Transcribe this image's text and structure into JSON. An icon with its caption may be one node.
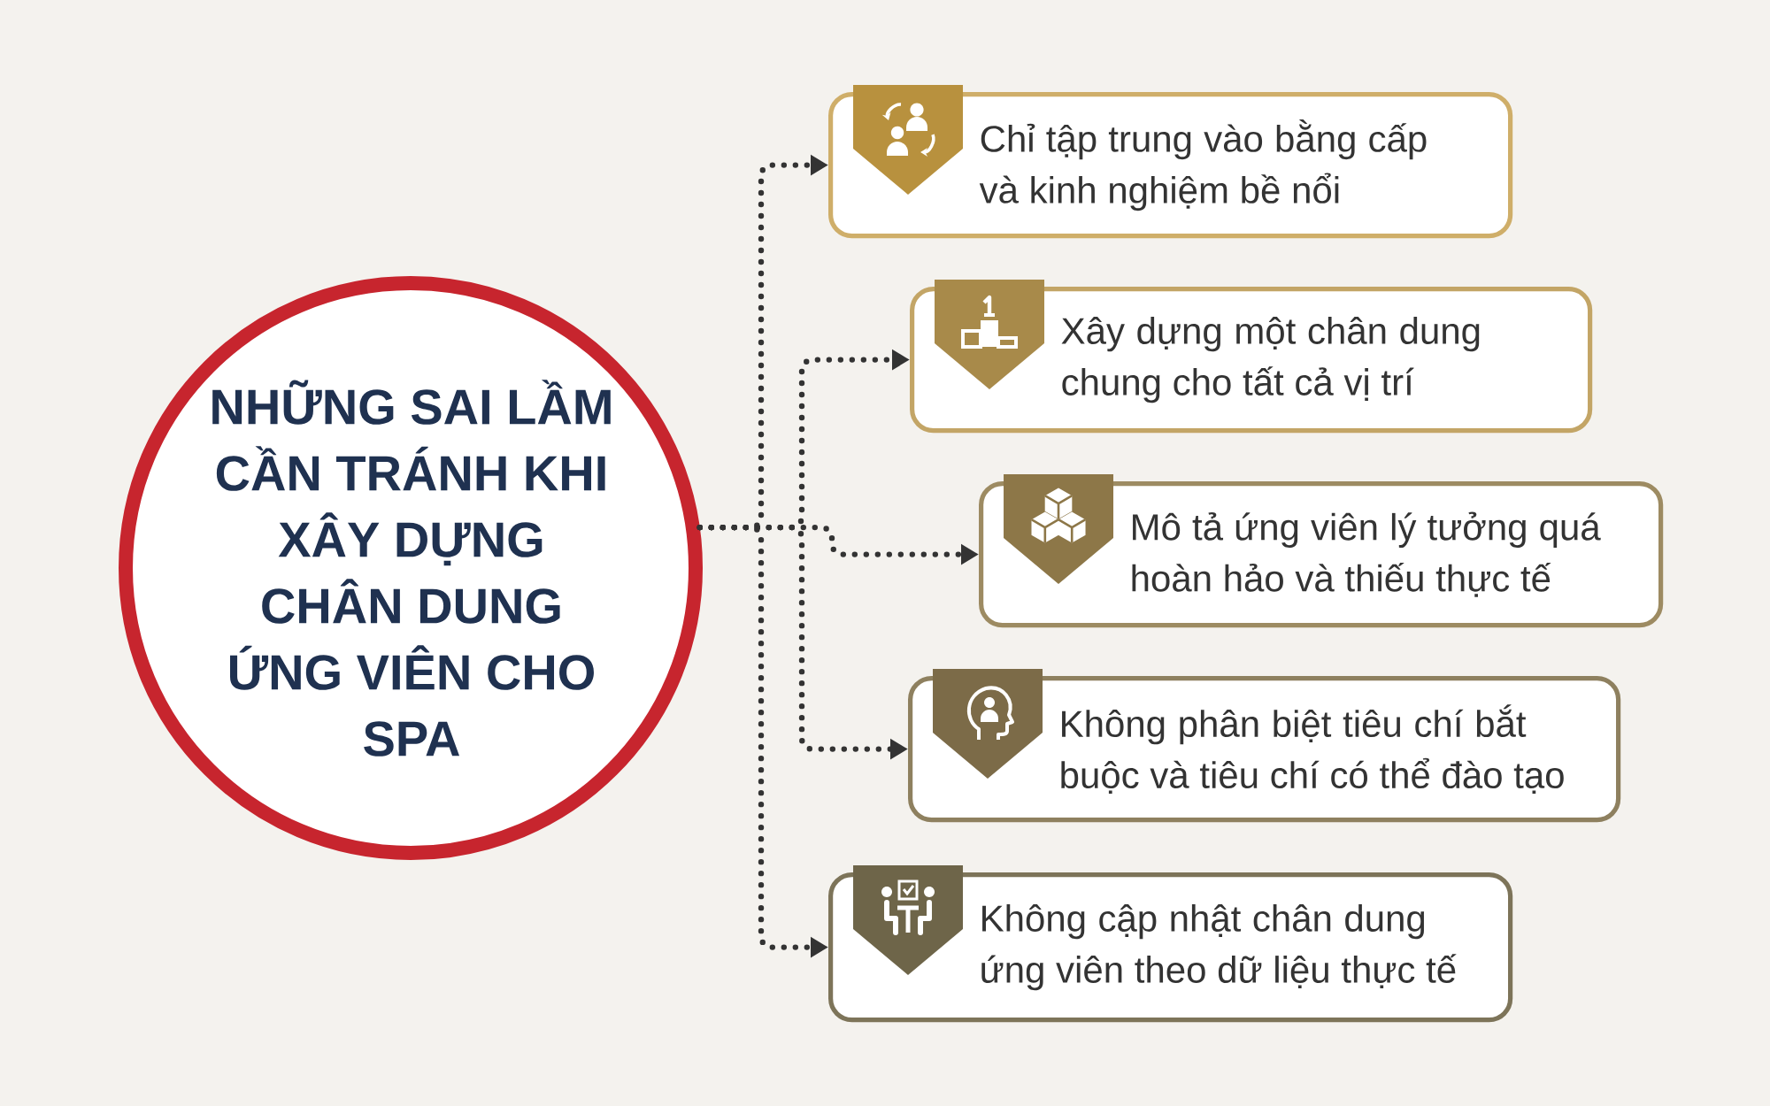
{
  "diagram": {
    "nodes": [
      {
        "text": [
          "NHỮNG SAI LẦM CẦN TRÁNH KHI XÂY DỰNG CHÂN DUNG ỨNG VIÊN CHO SPA"
        ]
      },
      {
        "text": [
          "Chỉ tập trung vào bằng cấp và kinh nghiệm bề nổi"
        ]
      },
      {
        "text": [
          "Xây dựng một chân dung chung cho tất cả vị trí"
        ]
      },
      {
        "text": [
          "Mô tả ứng viên lý tưởng quá hoàn hảo và thiếu thực tế"
        ]
      },
      {
        "text": [
          "Không phân biệt tiêu chí bắt buộc và tiêu chí có thể đào tạo"
        ]
      },
      {
        "text": [
          "Không cập nhật chân dung ứng viên theo dữ liệu thực tế"
        ]
      }
    ],
    "edges": [
      {
        "from": 0,
        "to": 1,
        "arrow": "to"
      },
      {
        "from": 0,
        "to": 2,
        "arrow": "to"
      },
      {
        "from": 0,
        "to": 3,
        "arrow": "to"
      },
      {
        "from": 0,
        "to": 4,
        "arrow": "to"
      },
      {
        "from": 0,
        "to": 5,
        "arrow": "to"
      }
    ]
  }
}
